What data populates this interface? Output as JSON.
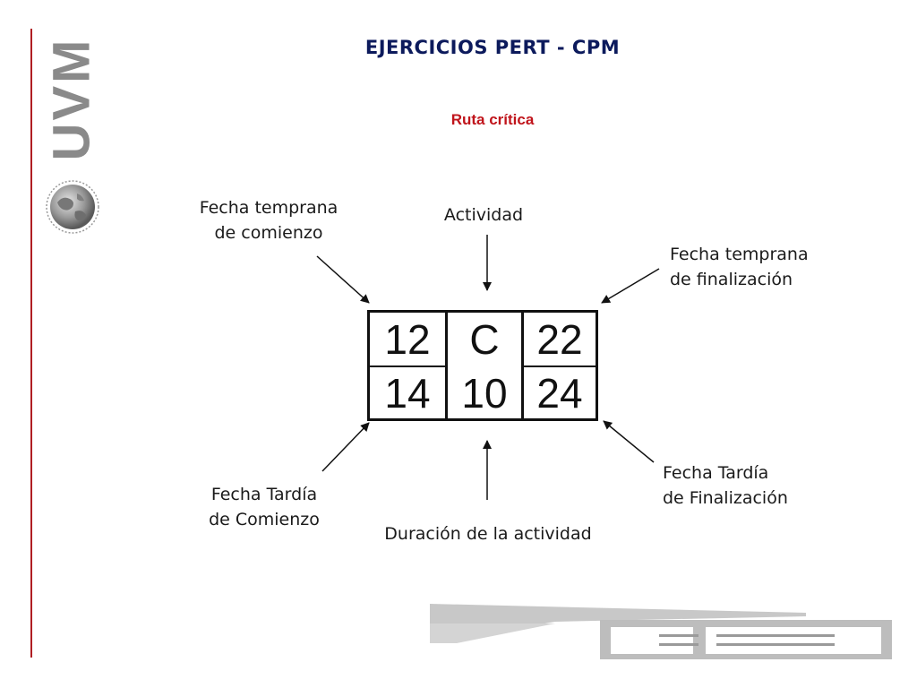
{
  "header": {
    "title": "EJERCICIOS PERT - CPM",
    "subtitle": "Ruta crítica"
  },
  "logo": {
    "text": "UVM",
    "icon": "globe-icon"
  },
  "labels": {
    "early_start": [
      "Fecha temprana",
      "de comienzo"
    ],
    "activity": "Actividad",
    "early_finish": [
      "Fecha temprana",
      "de finalización"
    ],
    "late_start": [
      "Fecha Tardía",
      "de Comienzo"
    ],
    "duration": "Duración de la actividad",
    "late_finish": [
      "Fecha Tardía",
      "de Finalización"
    ]
  },
  "node": {
    "early_start": "12",
    "activity": "C",
    "early_finish": "22",
    "late_start": "14",
    "duration": "10",
    "late_finish": "24"
  },
  "colors": {
    "title": "#0c1a5c",
    "subtitle": "#c0141b",
    "rule": "#b01e23",
    "logo": "#8a8a8a"
  }
}
